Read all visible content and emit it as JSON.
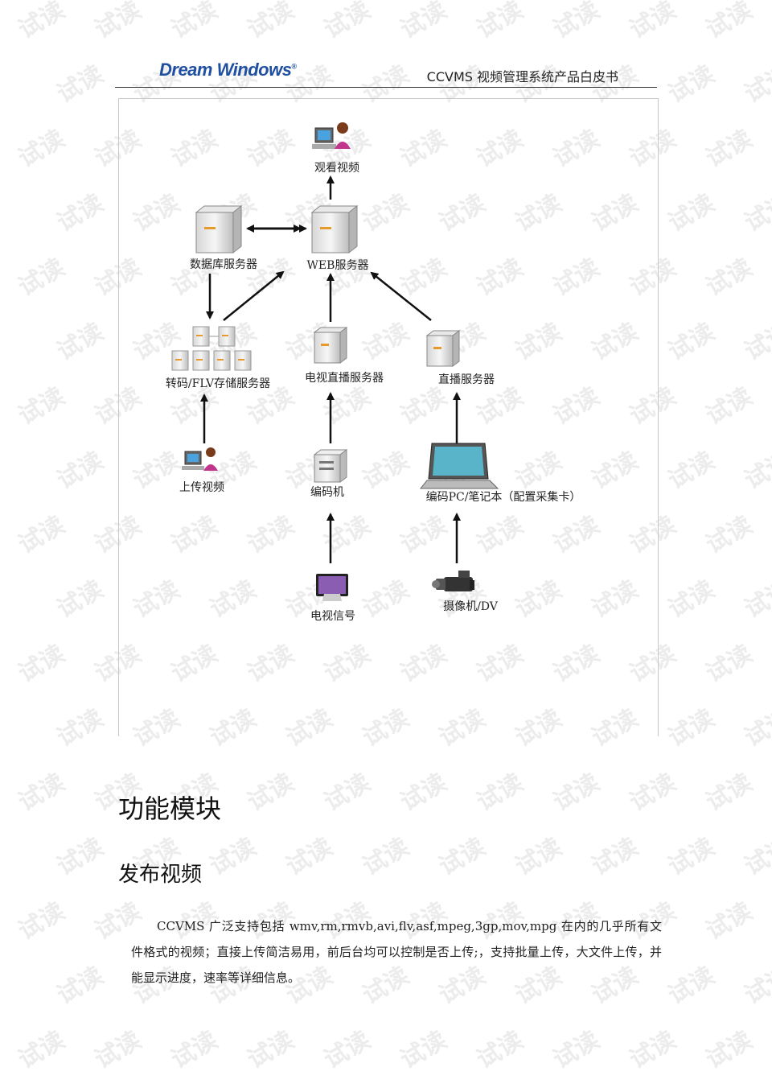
{
  "header": {
    "logo_text": "Dream Windows",
    "logo_mark": "®",
    "doc_title": "CCVMS 视频管理系统产品白皮书"
  },
  "watermark_text": "试读",
  "diagram": {
    "nodes": {
      "watch_video": "观看视频",
      "db_server": "数据库服务器",
      "web_server": "WEB服务器",
      "transcode_server": "转码/FLV存储服务器",
      "tv_live_server": "电视直播服务器",
      "live_server": "直播服务器",
      "upload_video": "上传视频",
      "encoder": "编码机",
      "encoder_pc": "编码PC/笔记本（配置采集卡）",
      "tv_signal": "电视信号",
      "camera": "摄像机/DV"
    }
  },
  "section": {
    "title": "功能模块",
    "subsection_title": "发布视频",
    "paragraph": "CCVMS 广泛支持包括 wmv,rm,rmvb,avi,flv,asf,mpeg,3gp,mov,mpg 在内的几乎所有文件格式的视频；直接上传简洁易用，前后台均可以控制是否上传;，支持批量上传，大文件上传，并能显示进度，速率等详细信息。"
  }
}
